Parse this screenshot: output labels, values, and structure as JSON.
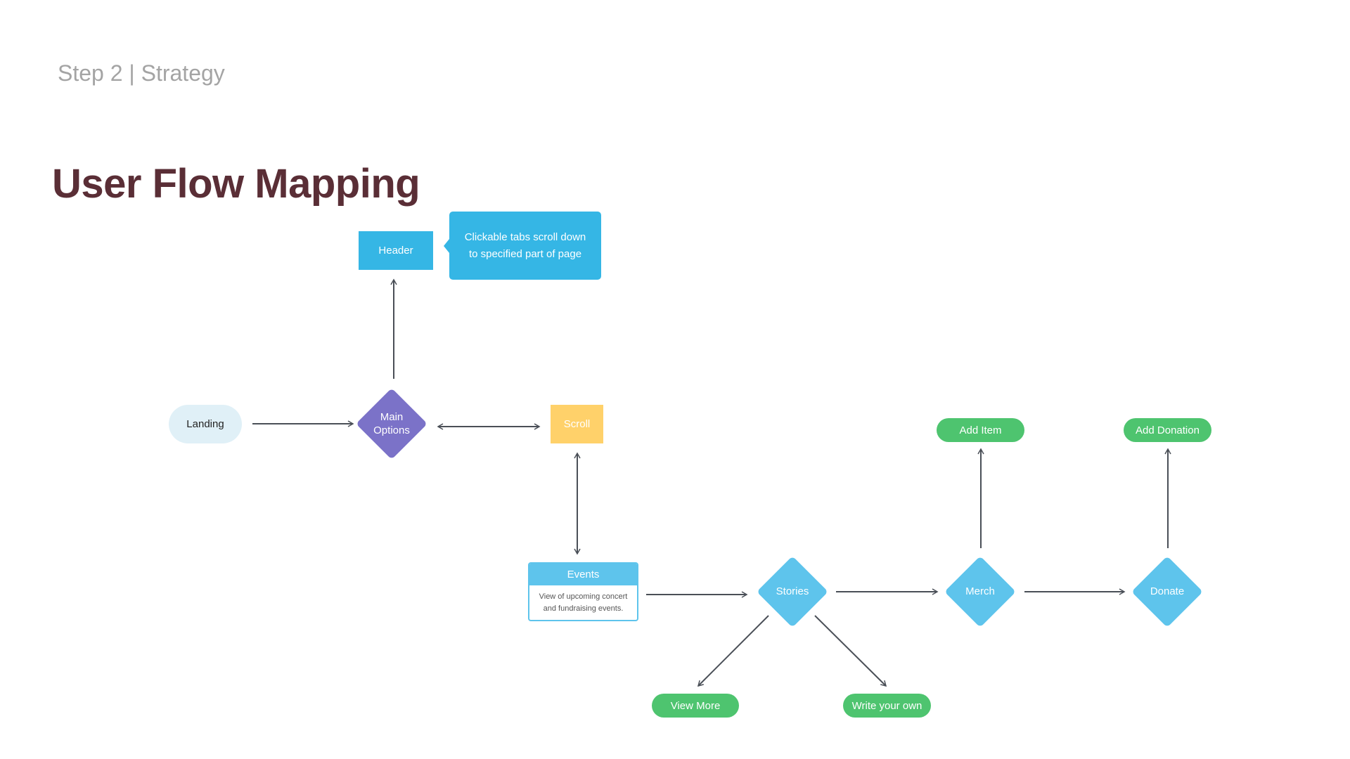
{
  "header": {
    "step": "Step 2 | Strategy",
    "title": "User Flow Mapping"
  },
  "colors": {
    "title": "#5a2e36",
    "blue": "#35b6e5",
    "light_blue": "#5ec4ec",
    "purple": "#7b72c8",
    "yellow": "#ffd16a",
    "green": "#4ec46f",
    "landing": "#e0f0f7",
    "arrow": "#4a4f57"
  },
  "nodes": {
    "header": "Header",
    "callout": "Clickable tabs scroll down to specified part of page",
    "landing": "Landing",
    "main_options": "Main Options",
    "scroll": "Scroll",
    "events_title": "Events",
    "events_desc": "View of upcoming concert and fundraising events.",
    "stories": "Stories",
    "merch": "Merch",
    "donate": "Donate",
    "add_item": "Add Item",
    "add_donation": "Add Donation",
    "view_more": "View More",
    "write_your_own": "Write your own"
  }
}
